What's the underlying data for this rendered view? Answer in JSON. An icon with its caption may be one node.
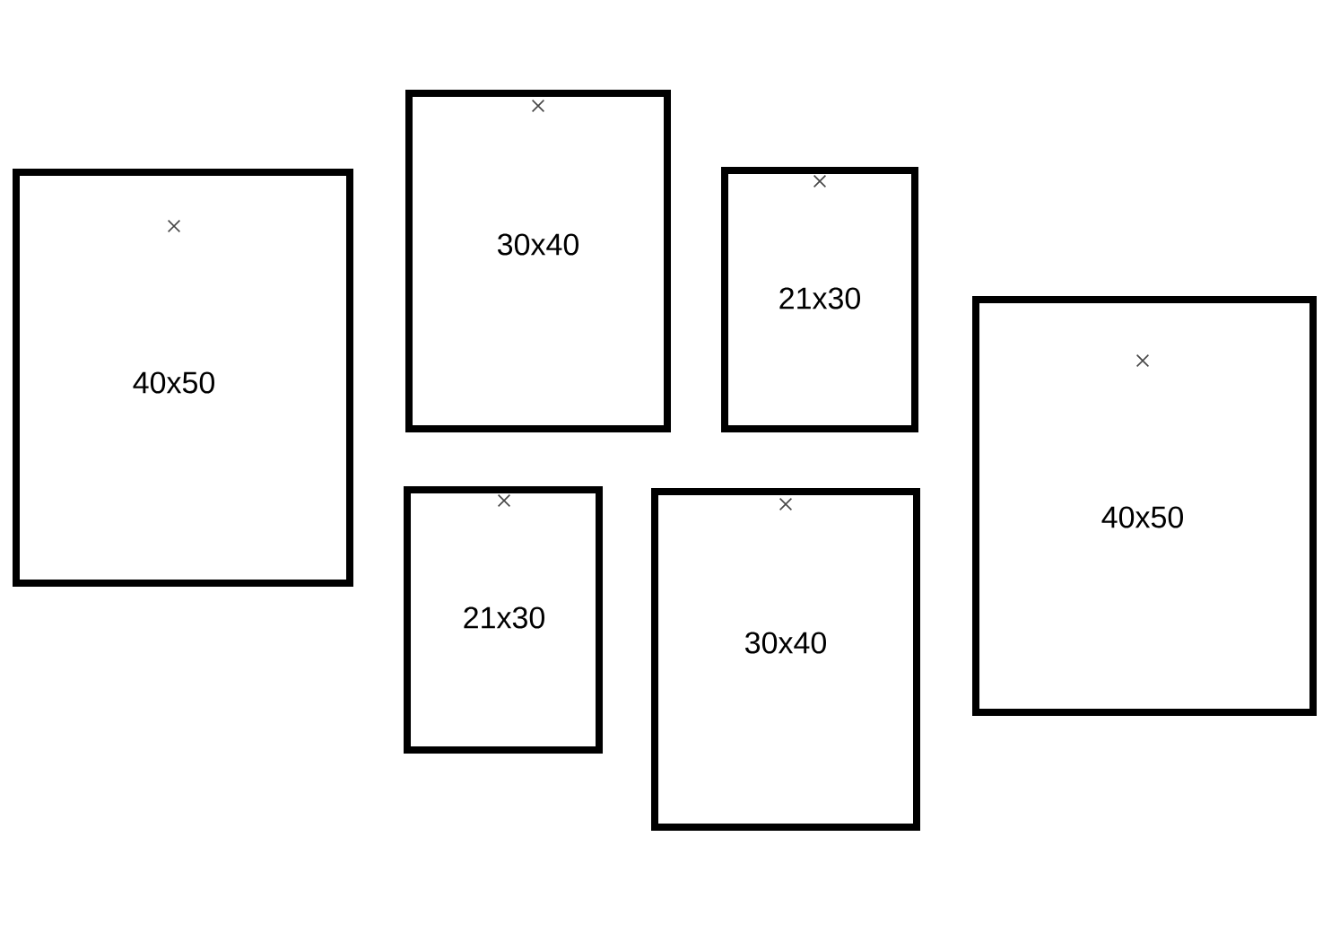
{
  "diagram": {
    "nodes": [
      {
        "text": [
          "40x50"
        ]
      },
      {
        "text": [
          "30x40"
        ]
      },
      {
        "text": [
          "21x30"
        ]
      },
      {
        "text": [
          "21x30"
        ]
      },
      {
        "text": [
          "30x40"
        ]
      },
      {
        "text": [
          "40x50"
        ]
      }
    ]
  }
}
